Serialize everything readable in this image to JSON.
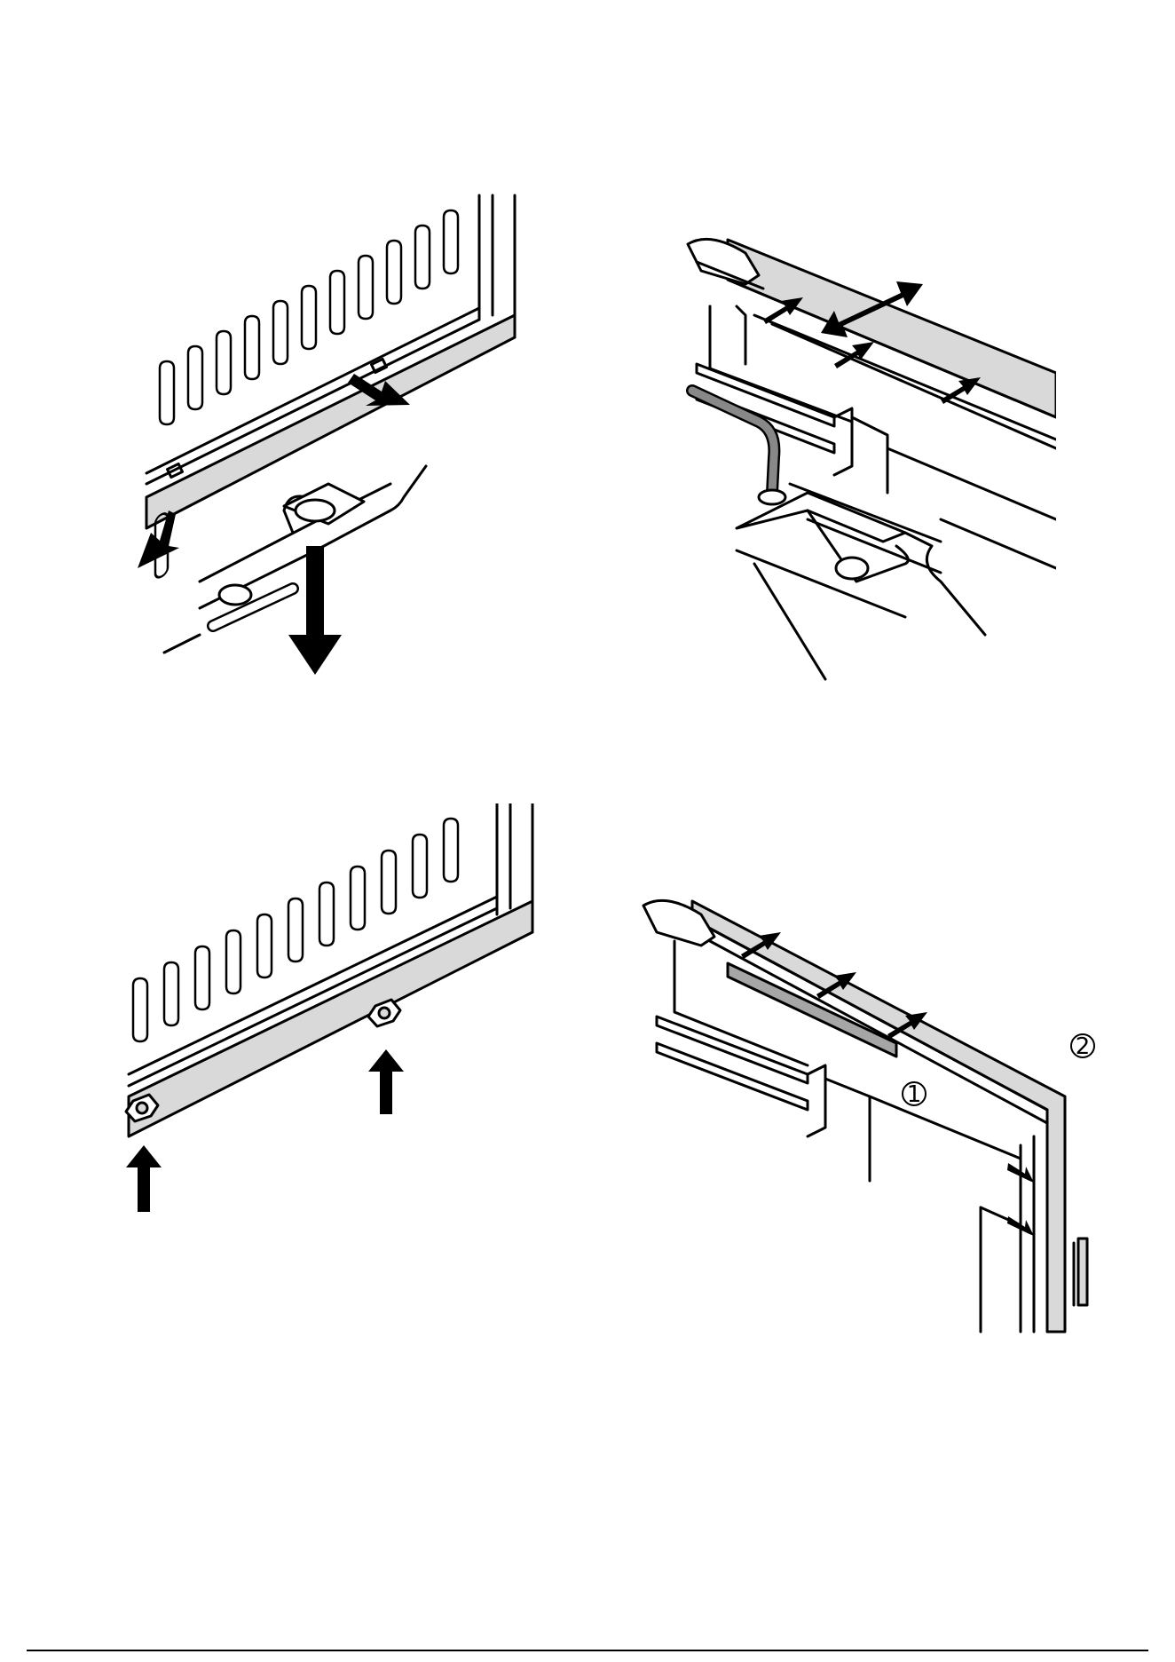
{
  "figures": [
    {
      "id": "panel-1",
      "labels": []
    },
    {
      "id": "panel-2",
      "labels": []
    },
    {
      "id": "panel-3",
      "labels": []
    },
    {
      "id": "panel-4",
      "labels": [
        "1",
        "2"
      ]
    }
  ],
  "callouts": {
    "one": "1",
    "two": "2"
  },
  "colors": {
    "line": "#000000",
    "panel_fill": "#d9d9d9",
    "paper": "#ffffff",
    "insert_fill": "#a6a6a6"
  }
}
